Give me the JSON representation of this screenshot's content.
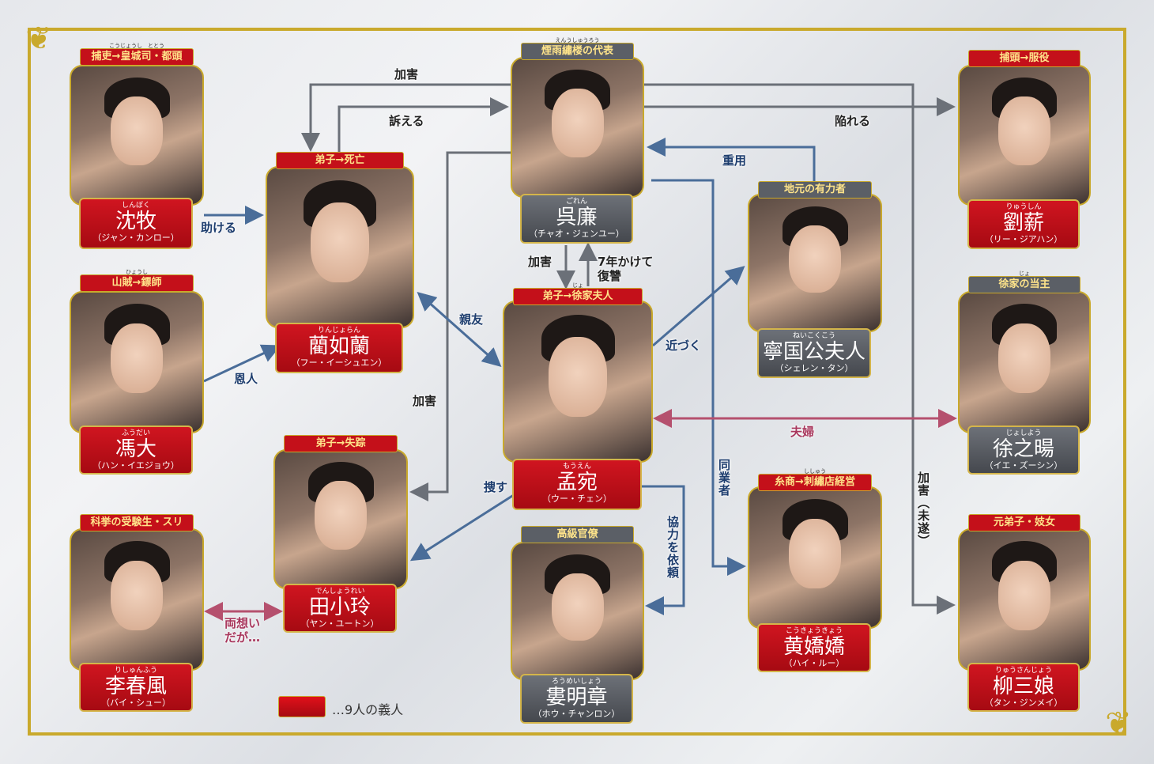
{
  "relations": {
    "r_harm1": "加害",
    "r_sue": "訴える",
    "r_harm2": "加害",
    "r_frame": "陥れる",
    "r_harm_attempt": "加害（未遂）",
    "r_promote": "重用",
    "r_peer": "同業者",
    "r_help": "助ける",
    "r_benefactor": "恩人",
    "r_friend": "親友",
    "r_harm3": "加害",
    "r_revenge": "7年かけて復讐",
    "r_approach": "近づく",
    "r_couple": "夫婦",
    "r_search": "捜す",
    "r_cooperate": "協力を依頼",
    "r_love": "両想いだが…"
  },
  "characters": [
    {
      "role": "捕吏→皇城司・都頭",
      "role_ruby": "こうじょうし　ととう",
      "ruby": "しんぼく",
      "name": "沈牧",
      "actor": "（ジャン・カンロー）",
      "plate": "red"
    },
    {
      "role": "弟子→死亡",
      "role_ruby": "",
      "ruby": "りんじょらん",
      "name": "藺如蘭",
      "actor": "（フー・イーシュエン）",
      "plate": "red"
    },
    {
      "role": "山賊→鏢師",
      "role_ruby": "ひょうし",
      "ruby": "ふうだい",
      "name": "馮大",
      "actor": "（ハン・イエジョウ）",
      "plate": "red"
    },
    {
      "role": "弟子→失踪",
      "role_ruby": "",
      "ruby": "でんしょうれい",
      "name": "田小玲",
      "actor": "（ヤン・ユートン）",
      "plate": "red"
    },
    {
      "role": "科挙の受験生・スリ",
      "role_ruby": "",
      "ruby": "りしゅんふう",
      "name": "李春風",
      "actor": "（バイ・シュー）",
      "plate": "red"
    },
    {
      "role": "煙雨繡楼の代表",
      "role_ruby": "えんうしゅうろう",
      "ruby": "ごれん",
      "name": "呉廉",
      "actor": "（チャオ・ジェンユー）",
      "plate": "gray"
    },
    {
      "role": "弟子→徐家夫人",
      "role_ruby": "じょ",
      "ruby": "もうえん",
      "name": "孟宛",
      "actor": "（ウー・チェン）",
      "plate": "red"
    },
    {
      "role": "高級官僚",
      "role_ruby": "",
      "ruby": "ろうめいしょう",
      "name": "婁明章",
      "actor": "（ホウ・チャンロン）",
      "plate": "gray"
    },
    {
      "role": "地元の有力者",
      "role_ruby": "",
      "ruby": "ねいこくこう",
      "name": "寧国公夫人",
      "actor": "（シェレン・タン）",
      "plate": "gray"
    },
    {
      "role": "糸商→刺繡店経営",
      "role_ruby": "ししゅう",
      "ruby": "こうきょうきょう",
      "name": "黄嬌嬌",
      "actor": "（ハイ・ルー）",
      "plate": "red"
    },
    {
      "role": "捕頭→服役",
      "role_ruby": "",
      "ruby": "りゅうしん",
      "name": "劉薪",
      "actor": "（リー・ジアハン）",
      "plate": "red"
    },
    {
      "role": "徐家の当主",
      "role_ruby": "じょ",
      "ruby": "じょしよう",
      "name": "徐之暘",
      "actor": "（イエ・ズーシン）",
      "plate": "gray"
    },
    {
      "role": "元弟子・妓女",
      "role_ruby": "",
      "ruby": "りゅうさんじょう",
      "name": "柳三娘",
      "actor": "（タン・ジンメイ）",
      "plate": "red"
    }
  ],
  "legend": {
    "text": "…9人の義人",
    "color": "#c4101a"
  },
  "colors": {
    "gold": "#c9a92c",
    "gray_line": "#6b7078",
    "blue_line": "#4a6d99",
    "pink_line": "#b5506e"
  }
}
